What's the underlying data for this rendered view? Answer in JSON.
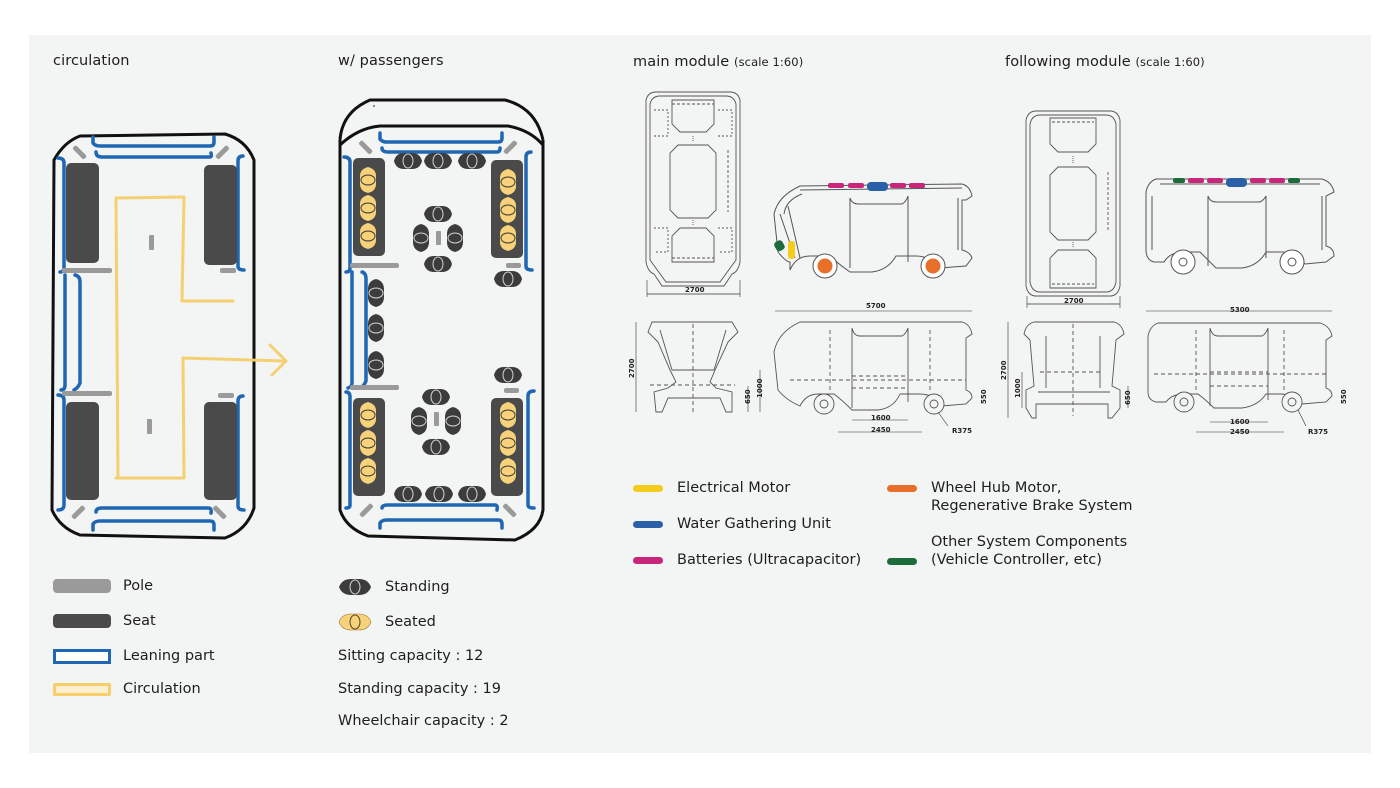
{
  "sections": {
    "circulation": {
      "title": "circulation"
    },
    "passengers": {
      "title": "w/ passengers"
    },
    "main_module": {
      "title": "main module",
      "scale": "(scale 1:60)"
    },
    "following_module": {
      "title": "following module",
      "scale": "(scale 1:60)"
    }
  },
  "circulation_legend": [
    {
      "icon": "pole-swatch",
      "label": "Pole",
      "color": "#9a9a9a"
    },
    {
      "icon": "seat-swatch",
      "label": "Seat",
      "color": "#4a4a4a"
    },
    {
      "icon": "leaning-part-swatch",
      "label": "Leaning part",
      "color": "#1f66b3"
    },
    {
      "icon": "circulation-swatch",
      "label": "Circulation",
      "color": "#f6cf6a"
    }
  ],
  "passenger_legend": [
    {
      "icon": "standing-person-icon",
      "label": "Standing",
      "color": "#3c3c3c"
    },
    {
      "icon": "seated-person-icon",
      "label": "Seated",
      "color": "#f7d27a"
    }
  ],
  "capacities": [
    {
      "label": "Sitting capacity",
      "value": "12",
      "text": "Sitting capacity : 12"
    },
    {
      "label": "Standing capacity",
      "value": "19",
      "text": "Standing capacity : 19"
    },
    {
      "label": "Wheelchair capacity",
      "value": "2",
      "text": "Wheelchair capacity : 2"
    }
  ],
  "component_legend": [
    {
      "label": "Electrical Motor",
      "color": "#f5cc1c"
    },
    {
      "label": "Water Gathering Unit",
      "color": "#2b5fa8"
    },
    {
      "label": "Batteries (Ultracapacitor)",
      "color": "#c8267a"
    },
    {
      "label": "Wheel Hub Motor,\nRegenerative Brake System",
      "line1": "Wheel Hub Motor,",
      "line2": "Regenerative Brake System",
      "color": "#e86f2a"
    },
    {
      "label": "Other System Components\n(Vehicle Controller, etc)",
      "line1": "Other System Components",
      "line2": "(Vehicle Controller, etc)",
      "color": "#1d6b3a"
    }
  ],
  "dimensions": {
    "main": {
      "plan_width": "2700",
      "length": "5700",
      "height": "2700",
      "floor": "1000",
      "step": "650",
      "chassis": "550",
      "door": "1600",
      "wheelbase": "2450",
      "wheel_radius": "R375"
    },
    "following": {
      "plan_width": "2700",
      "length": "5300",
      "height": "2700",
      "floor": "1000",
      "step": "650",
      "chassis": "550",
      "door": "1600",
      "wheelbase": "2450",
      "wheel_radius": "R375"
    }
  },
  "colors": {
    "background": "#f3f4f4",
    "outline": "#111111",
    "leaning_blue": "#1f66b3",
    "seat_dark": "#4a4a4a",
    "pole_grey": "#9a9a9a",
    "circulation_yellow": "#f6cf6a"
  }
}
